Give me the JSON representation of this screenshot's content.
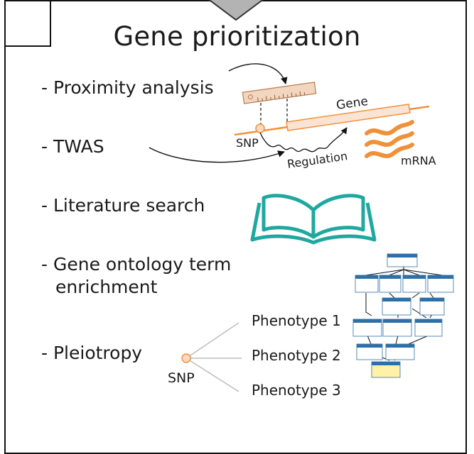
{
  "title": "Gene prioritization",
  "methods": [
    {
      "label": "- Proximity analysis"
    },
    {
      "label": "- TWAS"
    },
    {
      "label": "- Literature search"
    },
    {
      "label": "- Gene ontology term",
      "label2": "enrichment"
    },
    {
      "label": "- Pleiotropy"
    }
  ],
  "proximity_panel": {
    "gene_label": "Gene",
    "snp_label": "SNP",
    "regulation_label": "Regulation",
    "mrna_label": "mRNA"
  },
  "pleiotropy_panel": {
    "snp_label": "SNP",
    "phenotypes": [
      "Phenotype 1",
      "Phenotype 2",
      "Phenotype 3"
    ]
  },
  "colors": {
    "orange": "#f0913a",
    "ruler": "#f3d6c0",
    "ruler_stroke": "#b97a4a",
    "book": "#1fa8a0",
    "go_header": "#2d6fa8",
    "go_highlight": "#fff2a8",
    "snp_fill": "#fcd9c4"
  },
  "icons": [
    "down-arrow-icon",
    "ruler-icon",
    "book-icon",
    "mrna-icon",
    "go-tree-icon"
  ]
}
